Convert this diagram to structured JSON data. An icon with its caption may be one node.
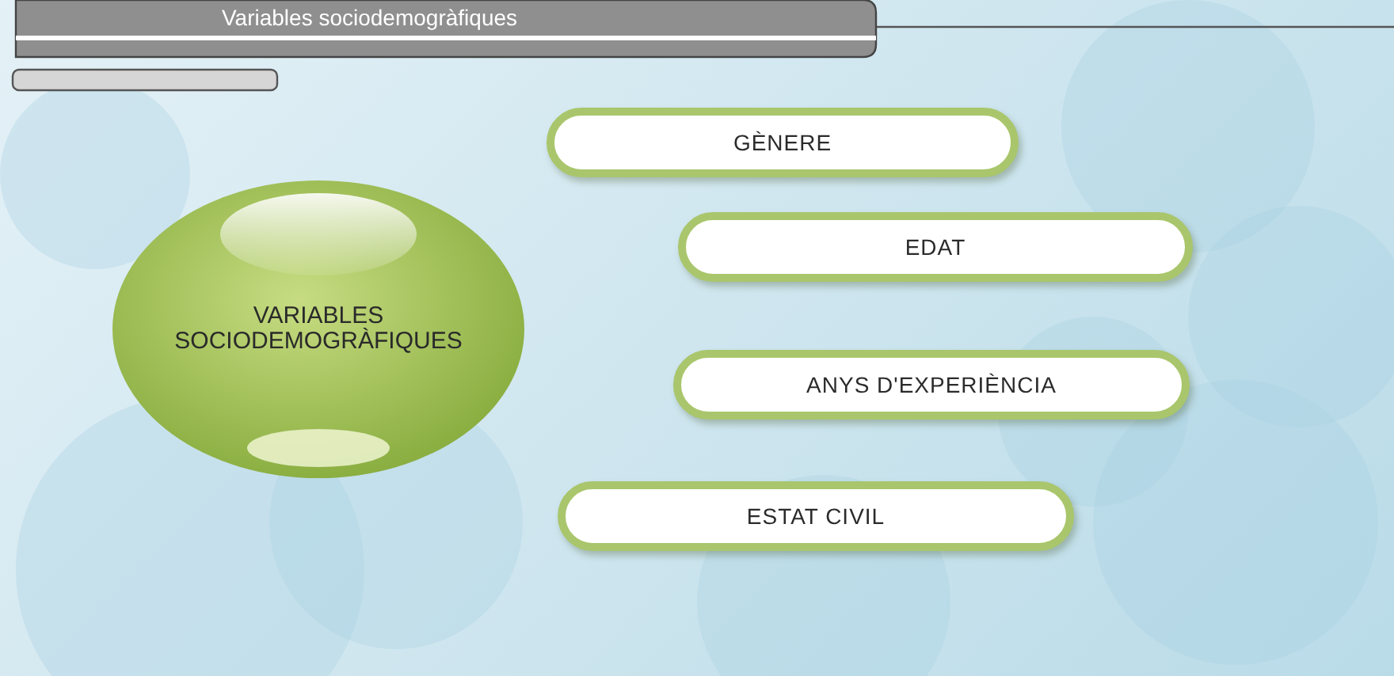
{
  "diagram": {
    "title": "Variables sociodemogràfiques",
    "nodes": [
      {
        "text": [
          "VARIABLES SOCIODEMOGRÀFIQUES"
        ]
      },
      {
        "text": [
          "GÈNERE"
        ]
      },
      {
        "text": [
          "EDAT"
        ]
      },
      {
        "text": [
          "ANYS D'EXPERIÈNCIA"
        ]
      },
      {
        "text": [
          "ESTAT CIVIL"
        ]
      }
    ]
  }
}
